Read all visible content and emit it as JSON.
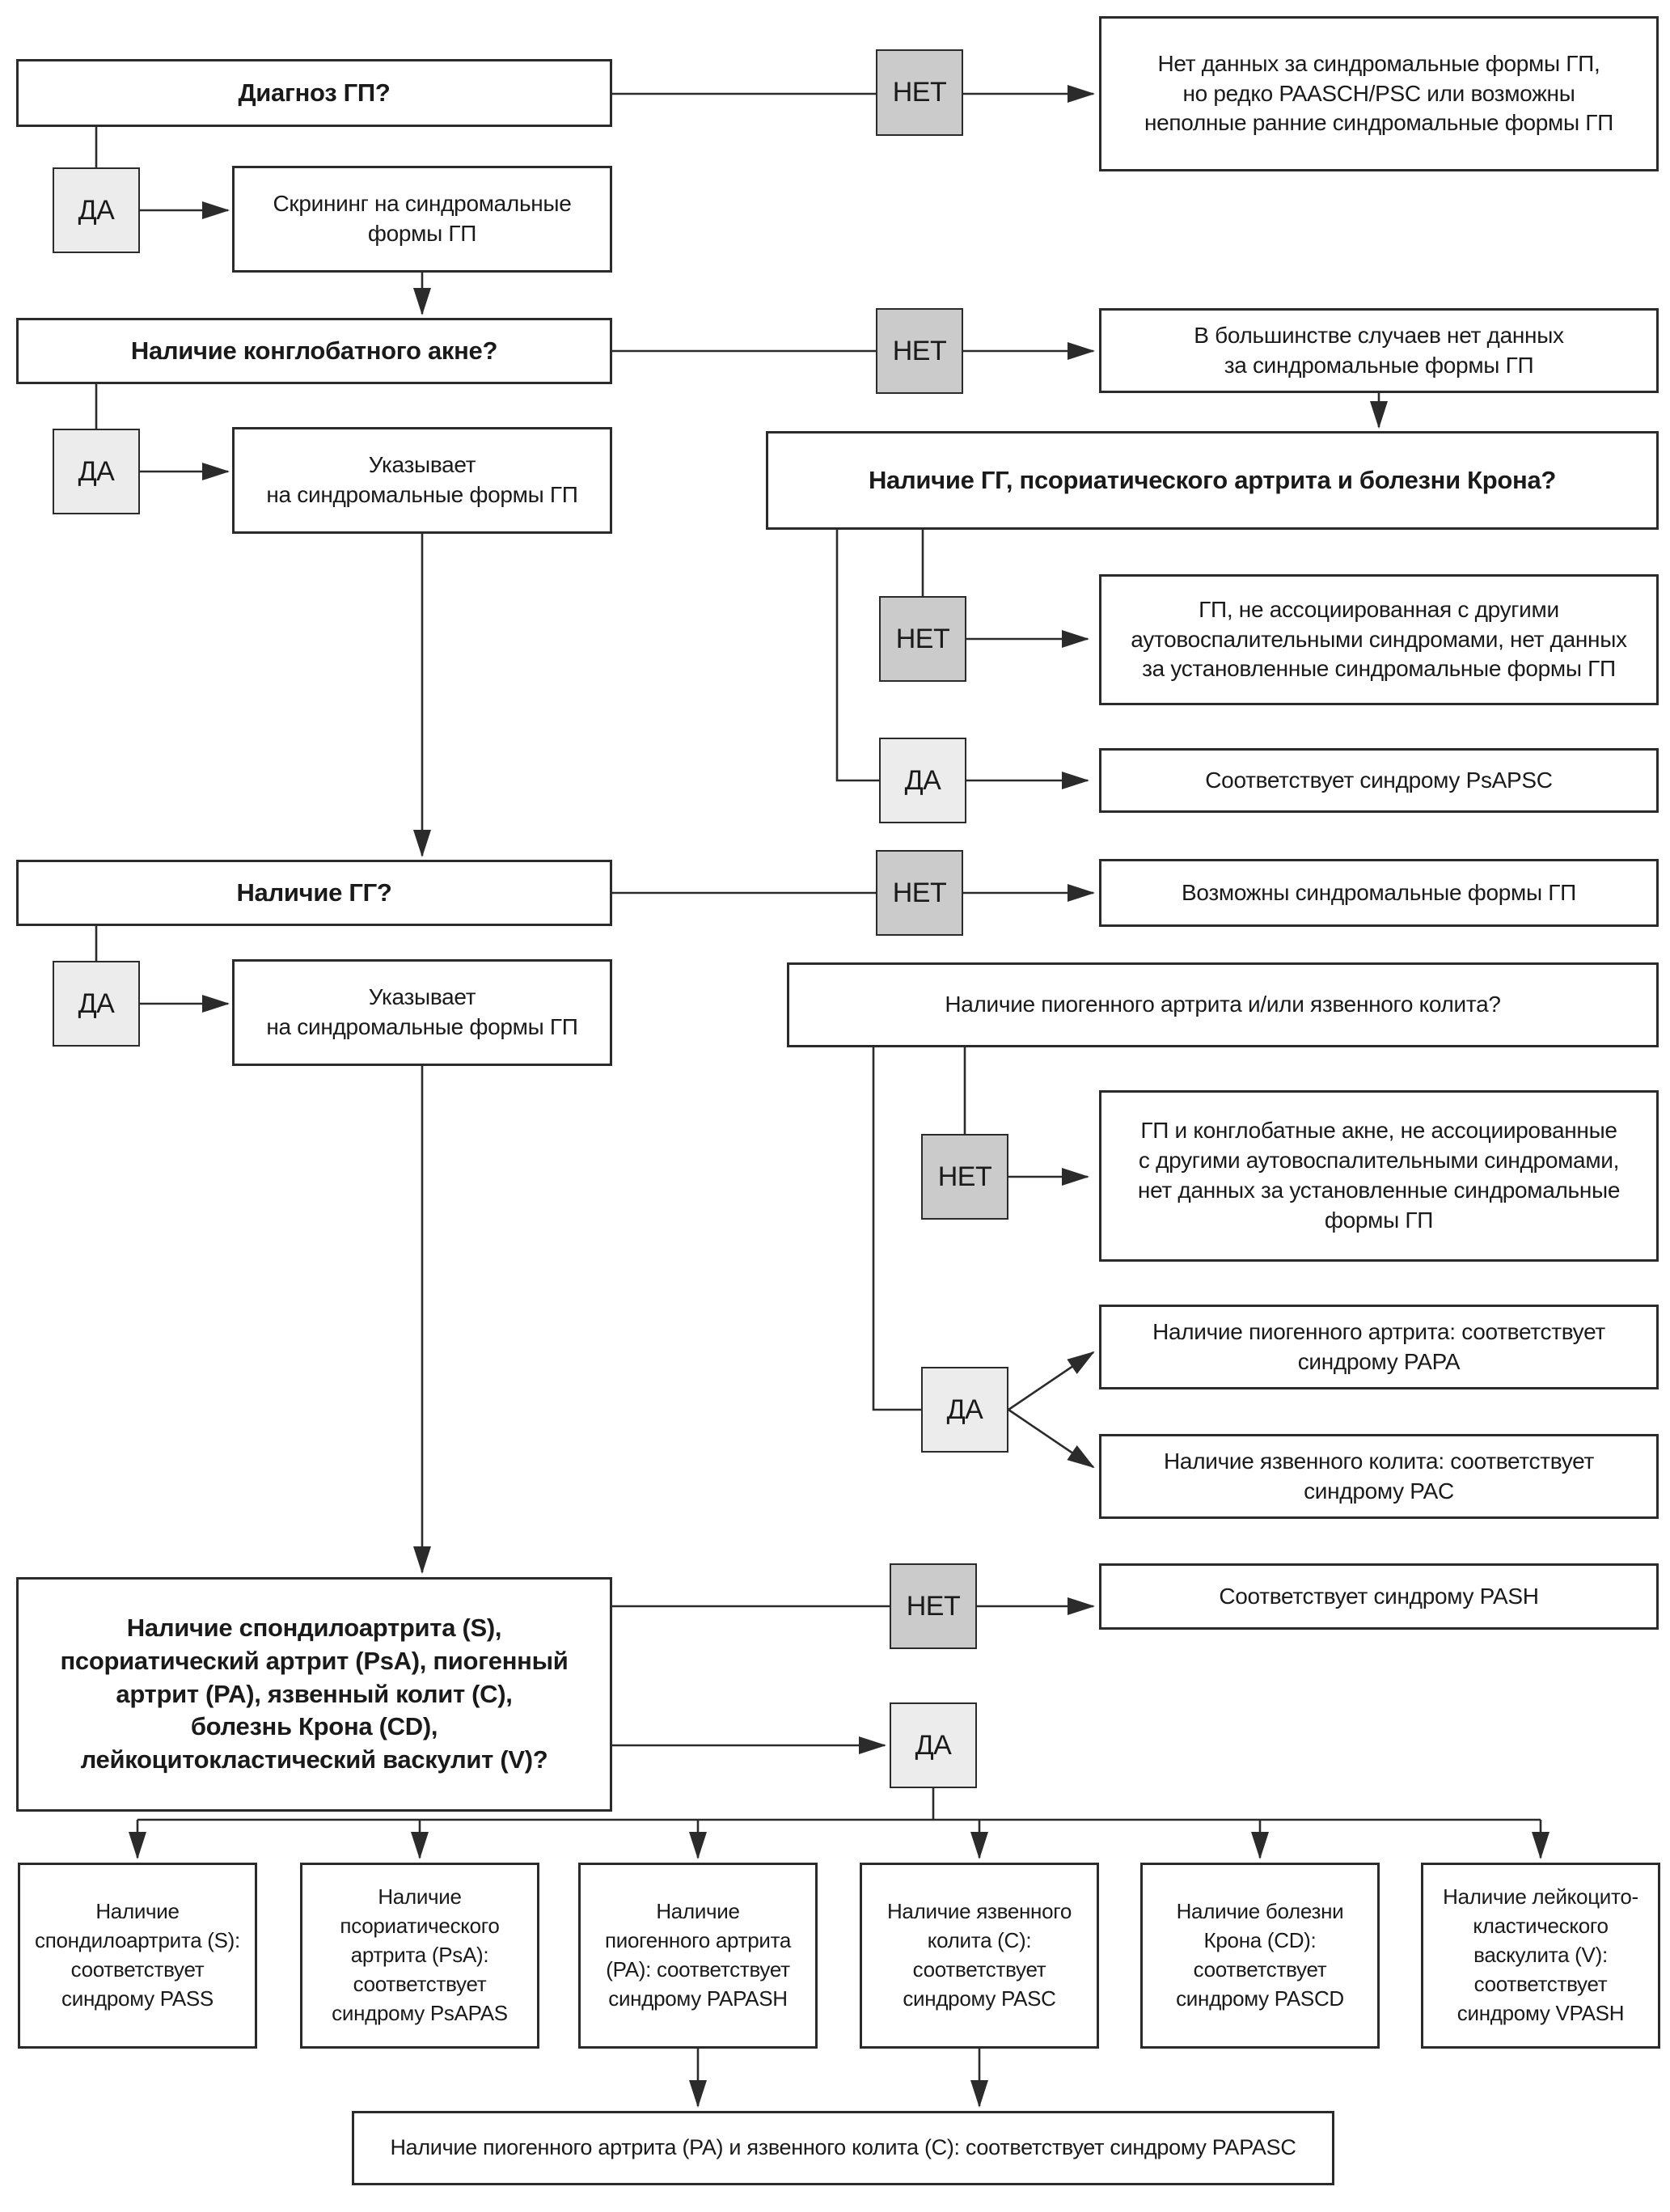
{
  "diagram": {
    "yes_label": "ДА",
    "no_label": "НЕТ",
    "colors": {
      "line": "#2b2b2b",
      "no_box_bg": "#cbcbcb",
      "yes_box_bg": "#ececec",
      "box_bg": "#ffffff"
    },
    "questions": {
      "q1": "Диагноз ГП?",
      "q2": "Наличие конглобатного акне?",
      "q3": "Наличие ГГ?",
      "q_gg": "Наличие ГГ, псориатического артрита и болезни Крона?",
      "q_pa": "Наличие пиогенного артрита и/или язвенного колита?",
      "q4": "Наличие спондилоартрита (S),\nпсориатический артрит (PsA), пиогенный\nартрит (PA), язвенный колит (C),\nболезнь Крона (CD),\nлейкоцитокластический васкулит (V)?"
    },
    "actions": {
      "screening": "Скрининг на синдромальные\nформы ГП",
      "indicates_1": "Указывает\nна синдромальные формы ГП",
      "indicates_2": "Указывает\nна синдромальные формы ГП"
    },
    "results": {
      "r1": "Нет данных за синдромальные формы ГП,\nно редко PAASCH/PSC или возможны\nнеполные ранние синдромальные формы ГП",
      "r2": "В большинстве случаев нет данных\nза синдромальные формы ГП",
      "r3": "ГП, не ассоциированная с другими\nаутовоспалительными синдромами, нет данных\nза установленные синдромальные формы ГП",
      "r4": "Соответствует синдрому PsAPSC",
      "r5": "Возможны синдромальные формы ГП",
      "r6": "ГП и конглобатные акне, не ассоциированные\nс другими аутовоспалительными синдромами,\nнет данных за установленные синдромальные\nформы ГП",
      "r7": "Наличие пиогенного артрита: соответствует\nсиндрому PAPA",
      "r8": "Наличие язвенного колита: соответствует\nсиндрому PAC",
      "r9": "Соответствует синдрому PASH"
    },
    "bottom_row": [
      "Наличие\nспондилоартрита (S):\nсоответствует\nсиндрому PASS",
      "Наличие\nпсориатического\nартрита (PsA):\nсоответствует\nсиндрому PsAPAS",
      "Наличие\nпиогенного артрита\n(PA): соответствует\nсиндрому PAPASH",
      "Наличие язвенного\nколита (C):\nсоответствует\nсиндрому PASC",
      "Наличие болезни\nКрона (CD):\nсоответствует\nсиндрому PASCD",
      "Наличие лейкоцито-\nкластического\nваскулита (V):\nсоответствует\nсиндрому VPASH"
    ],
    "bottom_bar": "Наличие пиогенного артрита (PA) и язвенного колита (C): соответствует синдрому PAPASC"
  }
}
